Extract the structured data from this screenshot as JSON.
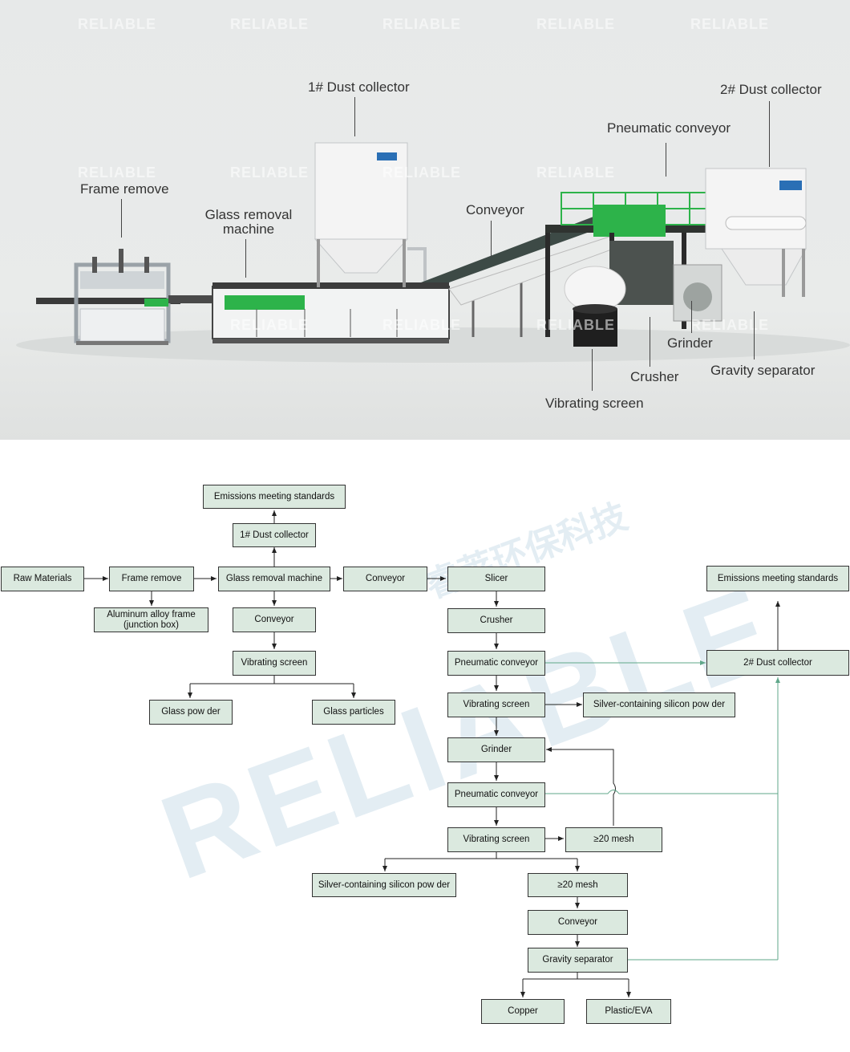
{
  "brand": "RELIABLE",
  "brand_cn": "睿莱环保科技",
  "top_labels": {
    "frame_remove": "Frame remove",
    "glass_removal_line1": "Glass removal",
    "glass_removal_line2": "machine",
    "dust_collector_1": "1# Dust collector",
    "conveyor": "Conveyor",
    "pneumatic_conveyor": "Pneumatic conveyor",
    "dust_collector_2": "2# Dust collector",
    "grinder": "Grinder",
    "crusher": "Crusher",
    "gravity_separator": "Gravity separator",
    "vibrating_screen": "Vibrating screen"
  },
  "flow": {
    "emissions_1": "Emissions meeting standards",
    "dust_1": "1# Dust collector",
    "raw": "Raw  Materials",
    "frame_remove": "Frame remove",
    "glass_removal": "Glass removal machine",
    "conveyor_a": "Conveyor",
    "slicer": "Slicer",
    "emissions_2": "Emissions meeting standards",
    "aluminum": "Aluminum alloy frame\n(junction box)",
    "conveyor_b": "Conveyor",
    "crusher": "Crusher",
    "vib_1": "Vibrating screen",
    "pneu_1": "Pneumatic conveyor",
    "dust_2": "2# Dust collector",
    "glass_powder": "Glass pow der",
    "glass_particles": "Glass particles",
    "vib_2": "Vibrating screen",
    "silver_1": "Silver-containing silicon pow der",
    "grinder": "Grinder",
    "pneu_2": "Pneumatic conveyor",
    "vib_3": "Vibrating screen",
    "mesh_a": "≥20 mesh",
    "silver_2": "Silver-containing silicon pow der",
    "mesh_b": "≥20 mesh",
    "conveyor_c": "Conveyor",
    "gravity": "Gravity separator",
    "copper": "Copper",
    "plastic": "Plastic/EVA"
  },
  "colors": {
    "box_fill": "#dbe9df",
    "green_line": "#5fa78a",
    "frame_green": "#2db34a"
  }
}
